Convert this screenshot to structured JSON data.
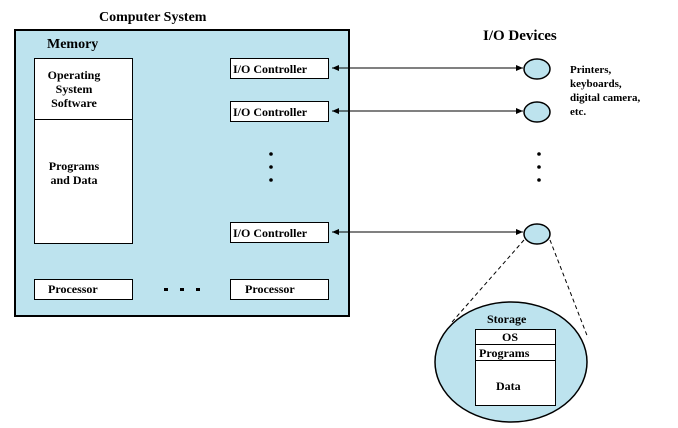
{
  "title": "Computer System",
  "memory": {
    "label": "Memory",
    "os_lines": [
      "Operating",
      "System",
      "Software"
    ],
    "programs_lines": [
      "Programs",
      "and Data"
    ]
  },
  "processors": [
    "Processor",
    "Processor"
  ],
  "io_controllers": [
    "I/O Controller",
    "I/O Controller",
    "I/O Controller"
  ],
  "io_devices": {
    "title": "I/O Devices",
    "device_desc": [
      "Printers,",
      "keyboards,",
      "digital camera,",
      "etc."
    ]
  },
  "storage": {
    "label": "Storage",
    "rows": [
      "OS",
      "Programs",
      "Data"
    ]
  },
  "colors": {
    "system_fill": "#bde3ee",
    "device_fill": "#bde3ee",
    "line": "#000000"
  }
}
